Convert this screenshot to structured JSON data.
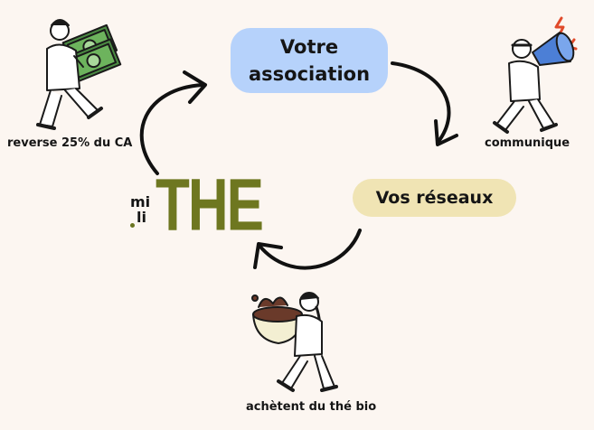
{
  "nodes": {
    "association": "Votre\nassociation",
    "association_line1": "Votre",
    "association_line2": "association",
    "reseaux": "Vos réseaux"
  },
  "captions": {
    "reverse": "reverse 25% du CA",
    "communique": "communique",
    "achetent": "achètent du thé bio"
  },
  "logo": {
    "mi": "mi",
    "li": "li",
    "the": "THE",
    "color": "#6e7720"
  },
  "colors": {
    "background": "#fcf6f1",
    "association_fill": "#b6d2fb",
    "reseaux_fill": "#f0e4b4",
    "arrow": "#111111",
    "money": "#3f7a3a",
    "megaphone": "#4c7fd6",
    "coffee": "#6a3a2a"
  },
  "icons": [
    "money-person-icon",
    "megaphone-person-icon",
    "tea-cup-person-icon"
  ]
}
